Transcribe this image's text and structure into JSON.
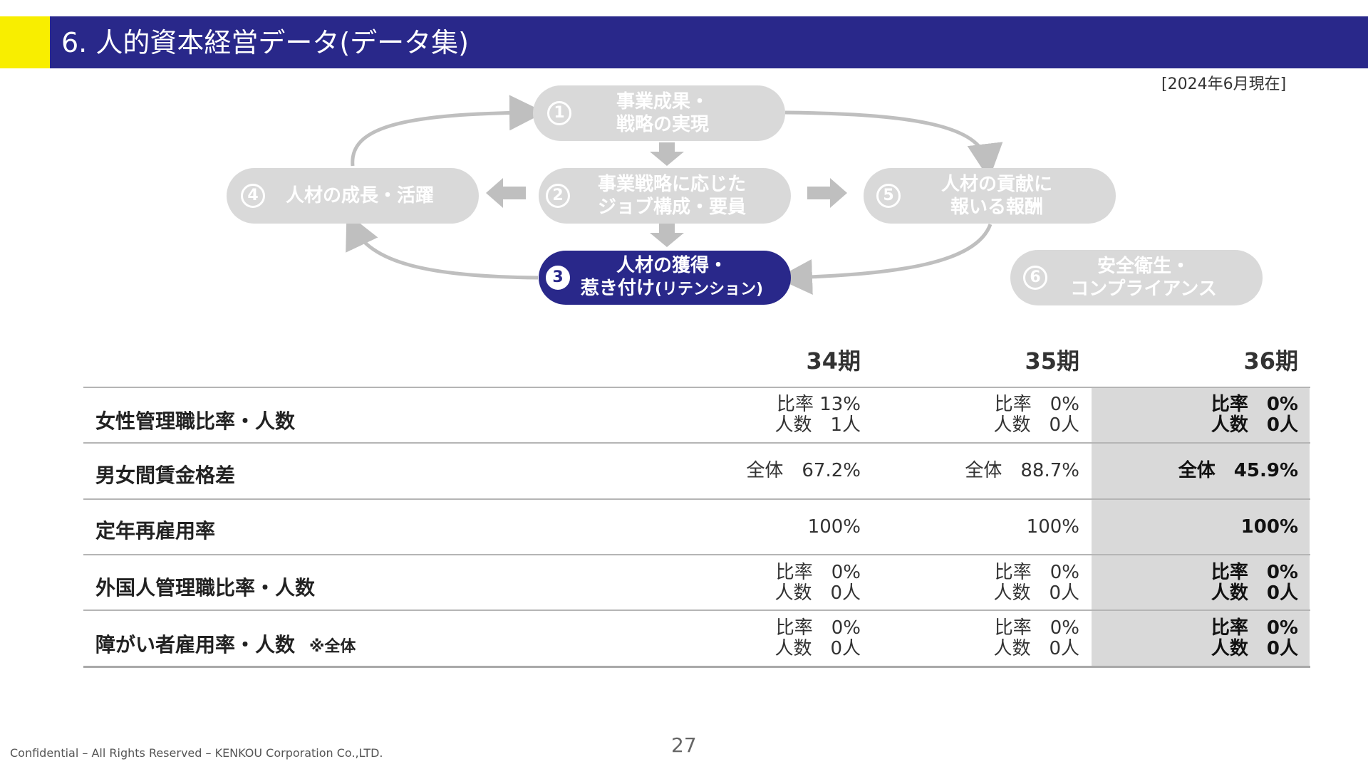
{
  "header": {
    "title": "6. 人的資本経営データ(データ集)"
  },
  "as_of": "[2024年6月現在]",
  "diagram": {
    "nodes": [
      {
        "num": "1",
        "lines": [
          "事業成果・",
          "戦略の実現"
        ],
        "suffix": ""
      },
      {
        "num": "2",
        "lines": [
          "事業戦略に応じた",
          "ジョブ構成・要員"
        ],
        "suffix": ""
      },
      {
        "num": "3",
        "lines": [
          "人材の獲得・",
          "惹き付け"
        ],
        "suffix": "(リテンション)"
      },
      {
        "num": "4",
        "lines": [
          "人材の成長・活躍"
        ],
        "suffix": ""
      },
      {
        "num": "5",
        "lines": [
          "人材の貢献に",
          "報いる報酬"
        ],
        "suffix": ""
      },
      {
        "num": "6",
        "lines": [
          "安全衛生・",
          "コンプライアンス"
        ],
        "suffix": ""
      }
    ],
    "active_node": "3",
    "colors": {
      "active": "#29288a",
      "inactive": "#d9d9d9",
      "arrow": "#bfbfbf"
    }
  },
  "table": {
    "columns": [
      "34期",
      "35期",
      "36期"
    ],
    "rows": [
      {
        "label": "女性管理職比率・人数",
        "note": "",
        "cells": [
          [
            "比率 13%",
            "人数　1人"
          ],
          [
            "比率　0%",
            "人数　0人"
          ],
          [
            "比率　0%",
            "人数　0人"
          ]
        ]
      },
      {
        "label": "男女間賃金格差",
        "note": "",
        "cells": [
          [
            "全体　67.2%"
          ],
          [
            "全体　88.7%"
          ],
          [
            "全体　45.9%"
          ]
        ]
      },
      {
        "label": "定年再雇用率",
        "note": "",
        "cells": [
          [
            "100%"
          ],
          [
            "100%"
          ],
          [
            "100%"
          ]
        ]
      },
      {
        "label": "外国人管理職比率・人数",
        "note": "",
        "cells": [
          [
            "比率　0%",
            "人数　0人"
          ],
          [
            "比率　0%",
            "人数　0人"
          ],
          [
            "比率　0%",
            "人数　0人"
          ]
        ]
      },
      {
        "label": "障がい者雇用率・人数",
        "note": "※全体",
        "cells": [
          [
            "比率　0%",
            "人数　0人"
          ],
          [
            "比率　0%",
            "人数　0人"
          ],
          [
            "比率　0%",
            "人数　0人"
          ]
        ]
      }
    ],
    "highlight_column": "36期",
    "highlight_color": "#d9d9d9"
  },
  "footer": {
    "confidential": "Confidential – All Rights Reserved – KENKOU Corporation Co.,LTD.",
    "page_number": "27"
  }
}
